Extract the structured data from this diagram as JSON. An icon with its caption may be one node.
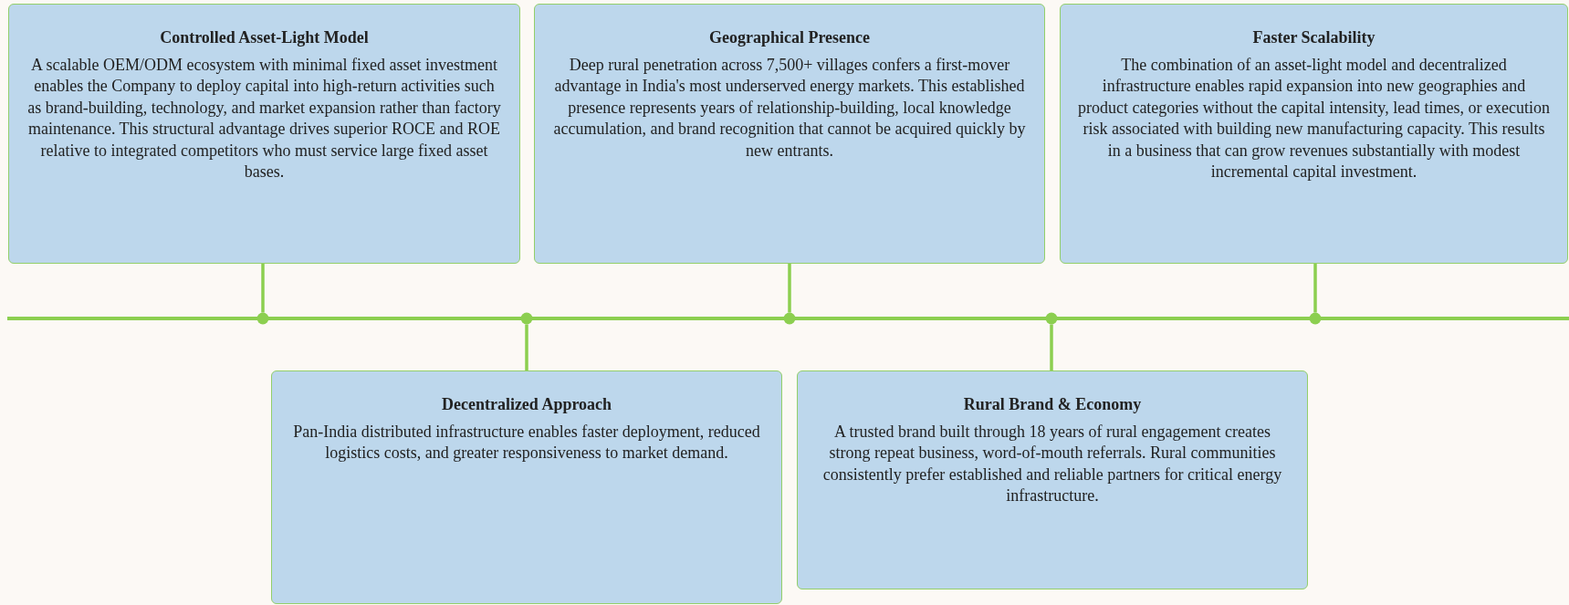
{
  "diagram": {
    "nodes": [
      {
        "text": [
          "Controlled Asset-Light Model",
          "A scalable OEM/ODM ecosystem with minimal fixed asset investment enables the Company to deploy capital into high-return activities such as brand-building, technology, and market expansion rather than factory maintenance. This structural advantage drives superior ROCE and ROE relative to integrated competitors who must service large fixed asset bases."
        ]
      },
      {
        "text": [
          "Geographical Presence",
          "Deep rural penetration across 7,500+ villages confers a first-mover advantage in India's most underserved energy markets. This established presence represents years of relationship-building, local knowledge accumulation, and brand recognition that cannot be acquired quickly by new entrants."
        ]
      },
      {
        "text": [
          "Faster Scalability",
          "The combination of an asset-light model and decentralized infrastructure enables rapid expansion into new geographies and product categories without the capital intensity, lead times, or execution risk associated with building new manufacturing capacity. This results in a business that can grow revenues substantially with modest incremental capital investment."
        ]
      },
      {
        "text": [
          "Decentralized Approach",
          "Pan-India distributed infrastructure enables faster deployment, reduced logistics costs, and greater responsiveness to market demand."
        ]
      },
      {
        "text": [
          "Rural Brand & Economy",
          "A trusted brand built through 18 years of rural engagement creates strong repeat business, word-of-mouth referrals. Rural communities consistently prefer established and reliable partners for critical energy infrastructure."
        ]
      },
      {
        "text": [],
        "shape": "circle"
      },
      {
        "text": [],
        "shape": "circle"
      },
      {
        "text": [],
        "shape": "circle"
      },
      {
        "text": [],
        "shape": "circle"
      },
      {
        "text": [],
        "shape": "circle"
      }
    ],
    "edges": [
      {
        "from": 0,
        "to": 5,
        "arrow": "none"
      },
      {
        "from": 3,
        "to": 6,
        "arrow": "none"
      },
      {
        "from": 1,
        "to": 7,
        "arrow": "none"
      },
      {
        "from": 4,
        "to": 8,
        "arrow": "none"
      },
      {
        "from": 2,
        "to": 9,
        "arrow": "none"
      }
    ]
  }
}
